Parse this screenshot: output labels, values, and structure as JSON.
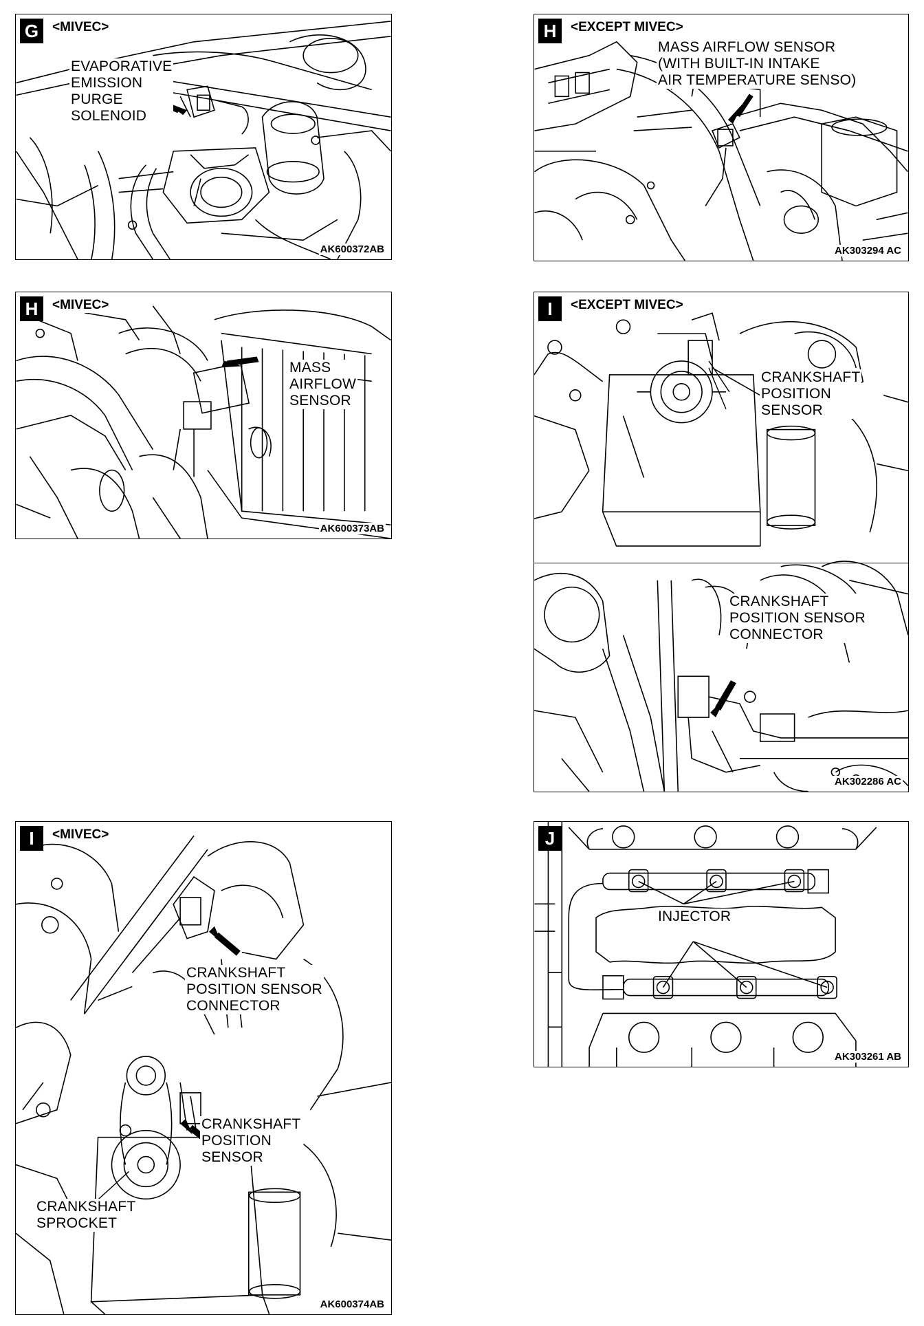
{
  "panels": [
    {
      "letter": "G",
      "variant": "<MIVEC>",
      "labels": [
        "EVAPORATIVE\nEMISSION\nPURGE\nSOLENOID"
      ],
      "figure_code": "AK600372AB"
    },
    {
      "letter": "H",
      "variant": "<EXCEPT MIVEC>",
      "labels": [
        "MASS AIRFLOW SENSOR\n(WITH BUILT-IN INTAKE\nAIR TEMPERATURE SENSO)"
      ],
      "figure_code": "AK303294 AC"
    },
    {
      "letter": "H",
      "variant": "<MIVEC>",
      "labels": [
        "MASS\nAIRFLOW\nSENSOR"
      ],
      "figure_code": "AK600373AB"
    },
    {
      "letter": "I",
      "variant": "<EXCEPT MIVEC>",
      "labels": [
        "CRANKSHAFT\nPOSITION\nSENSOR",
        "CRANKSHAFT\nPOSITION SENSOR\nCONNECTOR"
      ],
      "figure_code": "AK302286 AC"
    },
    {
      "letter": "I",
      "variant": "<MIVEC>",
      "labels": [
        "CRANKSHAFT\nPOSITION SENSOR\nCONNECTOR",
        "CRANKSHAFT\nPOSITION\nSENSOR",
        "CRANKSHAFT\nSPROCKET"
      ],
      "figure_code": "AK600374AB"
    },
    {
      "letter": "J",
      "variant": "",
      "labels": [
        "INJECTOR"
      ],
      "figure_code": "AK303261 AB"
    }
  ]
}
